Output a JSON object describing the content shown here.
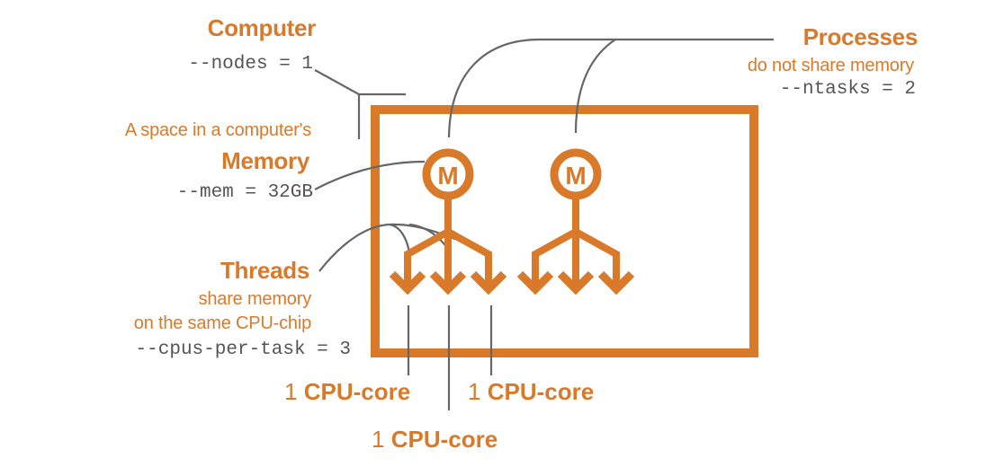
{
  "computer": {
    "title": "Computer",
    "option": "--nodes = 1"
  },
  "memory": {
    "description": "A space in a computer's",
    "title": "Memory",
    "option": "--mem = 32GB"
  },
  "threads": {
    "title": "Threads",
    "description_line1": "share memory",
    "description_line2": "on the same CPU-chip",
    "option": "--cpus-per-task = 3"
  },
  "processes": {
    "title": "Processes",
    "description": "do not share memory",
    "option": "--ntasks = 2",
    "count": 2,
    "threads_per_process": 3,
    "memory_glyph": "M"
  },
  "cpu_cores": [
    {
      "count": "1",
      "label": "CPU-core"
    },
    {
      "count": "1",
      "label": "CPU-core"
    },
    {
      "count": "1",
      "label": "CPU-core"
    }
  ],
  "colors": {
    "accent": "#d97a2b",
    "connector": "#666666",
    "code_text": "#555555"
  }
}
